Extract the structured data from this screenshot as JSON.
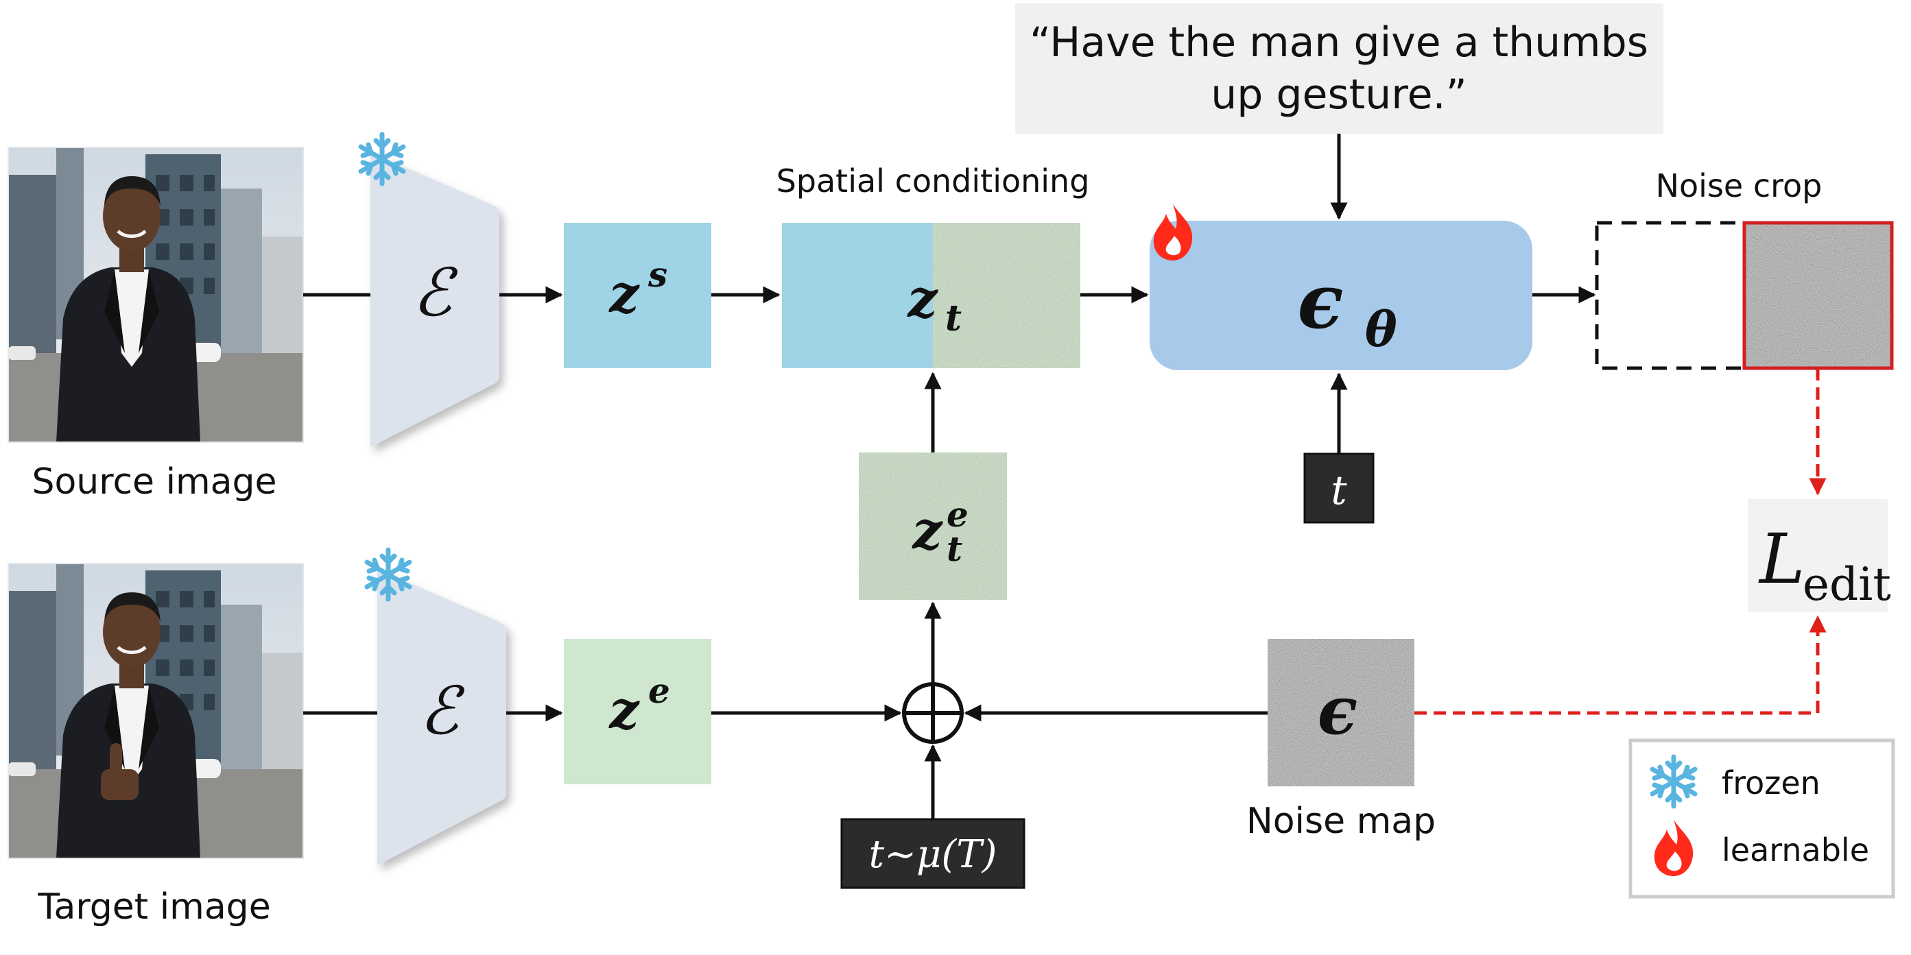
{
  "prompt": {
    "line1": "“Have the man give a thumbs",
    "line2": "up gesture.”"
  },
  "labels": {
    "source_image": "Source image",
    "target_image": "Target image",
    "spatial_conditioning": "Spatial conditioning",
    "noise_crop": "Noise crop",
    "noise_map": "Noise map"
  },
  "symbols": {
    "encoder": "ℰ",
    "z_s_base": "z",
    "z_s_sup": "s",
    "z_e_base": "z",
    "z_e_sup": "e",
    "z_t_base": "z",
    "z_t_sub": "t",
    "z_te_base": "z",
    "z_te_sub": "t",
    "z_te_sup": "e",
    "eps_theta_base": "ϵ",
    "eps_theta_sub": "θ",
    "t": "t",
    "t_sampler": "t∼μ(T)",
    "eps": "ϵ",
    "loss_base": "L",
    "loss_sub": "edit"
  },
  "legend": {
    "frozen": "frozen",
    "learnable": "learnable"
  },
  "colors": {
    "encoder_fill": "#dde3ec",
    "zs_fill": "#9fd3e6",
    "ze_fill": "#cfe6cf",
    "unet_fill": "#a7c9ea",
    "dark_box": "#2b2b2b",
    "prompt_fill": "#f0f0f0",
    "loss_fill": "#f2f2f2",
    "red_dashed": "#e0201b",
    "crop_border": "#d42020",
    "noise_green": "#8da58a",
    "snowflake": "#5ab4e0",
    "flame": "#ff2a1a"
  },
  "icons": [
    "snowflake-icon",
    "flame-icon",
    "source-photo",
    "target-photo",
    "oplus-icon"
  ]
}
